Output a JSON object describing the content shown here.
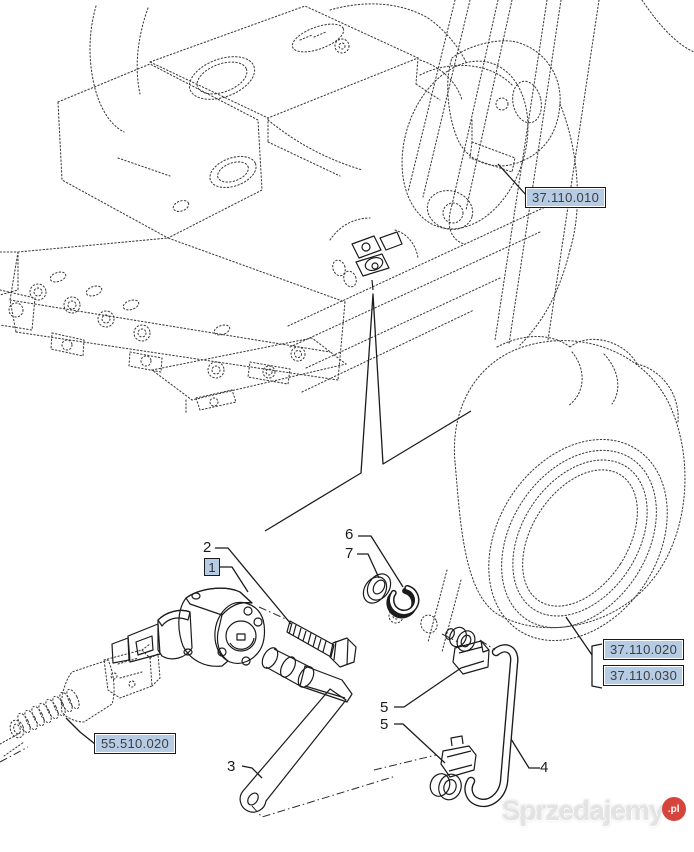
{
  "diagram": {
    "type": "exploded-parts-diagram",
    "part_highlight_color": "#f2e57c",
    "reference_link_bg": "#b6cce4",
    "reference_links": {
      "l010": "37.110.010",
      "l020": "37.110.020",
      "l030": "37.110.030",
      "l55": "55.510.020"
    },
    "callouts": {
      "c1": "1",
      "c2": "2",
      "c3": "3",
      "c4": "4",
      "c5a": "5",
      "c5b": "5",
      "c6": "6",
      "c7": "7"
    }
  },
  "watermark": {
    "name": "Sprzedajemy",
    "tld": ".pl",
    "badge_color": "#d6453c"
  }
}
